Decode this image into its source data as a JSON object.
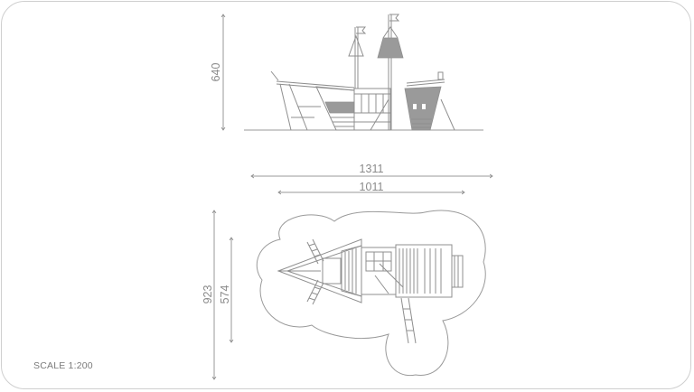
{
  "drawing": {
    "dimensions": {
      "side_height": "640",
      "overall_length": "1311",
      "equipment_length": "1011",
      "overall_width": "923",
      "equipment_width": "574"
    },
    "scale_label": "SCALE 1:200"
  }
}
